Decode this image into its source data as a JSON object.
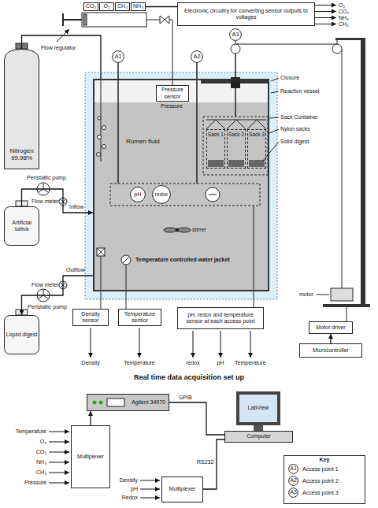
{
  "diagram": {
    "nodes": [
      {
        "text": [
          "CO₂"
        ]
      },
      {
        "text": [
          "O₂"
        ]
      },
      {
        "text": [
          "CH₄"
        ]
      },
      {
        "text": [
          "NH₃"
        ]
      },
      {
        "text": [
          "Electronic circuitry for converting sensor outputs to voltages"
        ]
      },
      {
        "text": [
          "A3"
        ]
      },
      {
        "text": [
          "A1"
        ]
      },
      {
        "text": [
          "A2"
        ]
      },
      {
        "text": [
          "Nitrogen 99.98%"
        ]
      },
      {
        "text": [
          "Rumen fluid"
        ]
      },
      {
        "text": [
          "Pressure sensor"
        ],
        "in": 9
      },
      {
        "text": [
          "Sack 1"
        ],
        "in": 9
      },
      {
        "text": [
          "Sack 2"
        ],
        "in": 9
      },
      {
        "text": [
          "Sack 3"
        ],
        "in": 9
      },
      {
        "text": [
          "pH"
        ],
        "in": 9
      },
      {
        "text": [
          "redox"
        ],
        "in": 9
      },
      {
        "text": [
          "Artificial saliva"
        ]
      },
      {
        "text": [
          "Liquid digest"
        ]
      },
      {
        "text": [
          "Density sensor"
        ]
      },
      {
        "text": [
          "Temperature sensor"
        ]
      },
      {
        "text": [
          "pH, redox and temperature sensor at each access point"
        ]
      },
      {
        "text": [
          "Motor driver"
        ]
      },
      {
        "text": [
          "Microcontroller"
        ]
      },
      {
        "text": [
          "Agilent 34970"
        ]
      },
      {
        "text": [
          "LabView"
        ]
      },
      {
        "text": [
          "Computer"
        ]
      },
      {
        "text": [
          "Multiplexer"
        ]
      },
      {
        "text": [
          "Multiplexer"
        ]
      },
      {
        "text": [
          "Key"
        ]
      },
      {
        "text": [
          "A1"
        ],
        "in": 28
      },
      {
        "text": [
          "A2"
        ],
        "in": 28
      },
      {
        "text": [
          "A3"
        ],
        "in": 28
      }
    ],
    "edges": [
      {
        "from": 3,
        "to": 4,
        "arrow": "none"
      },
      {
        "from": 8,
        "to": 9,
        "arrow": "none"
      },
      {
        "from": 16,
        "to": 9,
        "arrow": "to"
      },
      {
        "from": 9,
        "to": 17,
        "arrow": "to"
      },
      {
        "from": 22,
        "to": 21,
        "arrow": "to"
      },
      {
        "from": 26,
        "to": 23,
        "arrow": "to"
      },
      {
        "from": 23,
        "to": 25,
        "arrow": "none",
        "label": "GPIB"
      },
      {
        "from": 27,
        "to": 25,
        "arrow": "none",
        "label": "RS232"
      }
    ],
    "labels": [
      "O₂",
      "CO₂",
      "NH₃",
      "CH₄",
      "Flow regulator",
      "Peristaltic pump",
      "Flow meter",
      "Inflow",
      "Outflow",
      "Flow meter",
      "Peristaltic pump",
      "Pressure",
      "Closure",
      "Reaction vessel",
      "Sack Container",
      "Nylon sacks",
      "Solid digest",
      "stirrer",
      "Temperature controlled water jacket",
      "motor",
      "Density",
      "Temperature",
      "redox",
      "pH",
      "Temperature",
      "Real time data acquisition set up",
      "Temperature",
      "O₂",
      "CO₂",
      "NH₃",
      "CH₄",
      "Pressure",
      "Density",
      "pH",
      "Redox",
      "Access point 1",
      "Access point 2",
      "Access point 3"
    ]
  }
}
